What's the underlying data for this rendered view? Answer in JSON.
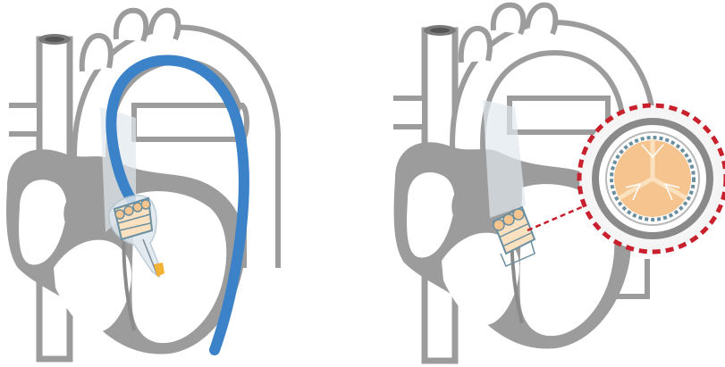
{
  "panels": [
    {
      "id": "delivery",
      "components": [
        "heart-outline",
        "catheter",
        "crimped-valve-prosthesis",
        "nose-cone"
      ]
    },
    {
      "id": "deployed",
      "components": [
        "heart-outline",
        "implanted-valve-prosthesis",
        "magnified-valve-callout"
      ]
    }
  ],
  "colors": {
    "heart_wall": "#9c9c9c",
    "heart_wall_dark": "#7a7a7a",
    "vessel_fill": "#ffffff",
    "catheter": "#3c82c8",
    "valve_frame": "#6a8fa0",
    "valve_leaflet": "#f6c48e",
    "valve_leaflet_light": "#fbe1c0",
    "nose_cone": "#f3b233",
    "callout_dash": "#c8202c",
    "translucent_sheath": "#dfe8ee"
  }
}
